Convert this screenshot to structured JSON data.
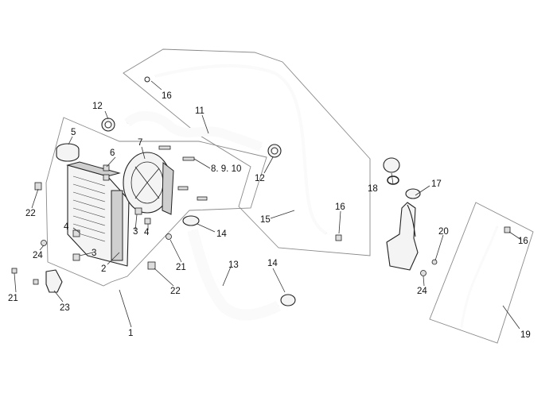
{
  "callouts": {
    "c1": "1",
    "c2": "2",
    "c3a": "3",
    "c3b": "3",
    "c4a": "4",
    "c4b": "4",
    "c5": "5",
    "c6": "6",
    "c7": "7",
    "c8910": "8. 9. 10",
    "c11": "11",
    "c12a": "12",
    "c12b": "12",
    "c13": "13",
    "c14a": "14",
    "c14b": "14",
    "c15": "15",
    "c16a": "16",
    "c16b": "16",
    "c16c": "16",
    "c17": "17",
    "c18": "18",
    "c19": "19",
    "c20": "20",
    "c21a": "21",
    "c21b": "21",
    "c22a": "22",
    "c22b": "22",
    "c23": "23",
    "c24a": "24",
    "c24b": "24"
  }
}
